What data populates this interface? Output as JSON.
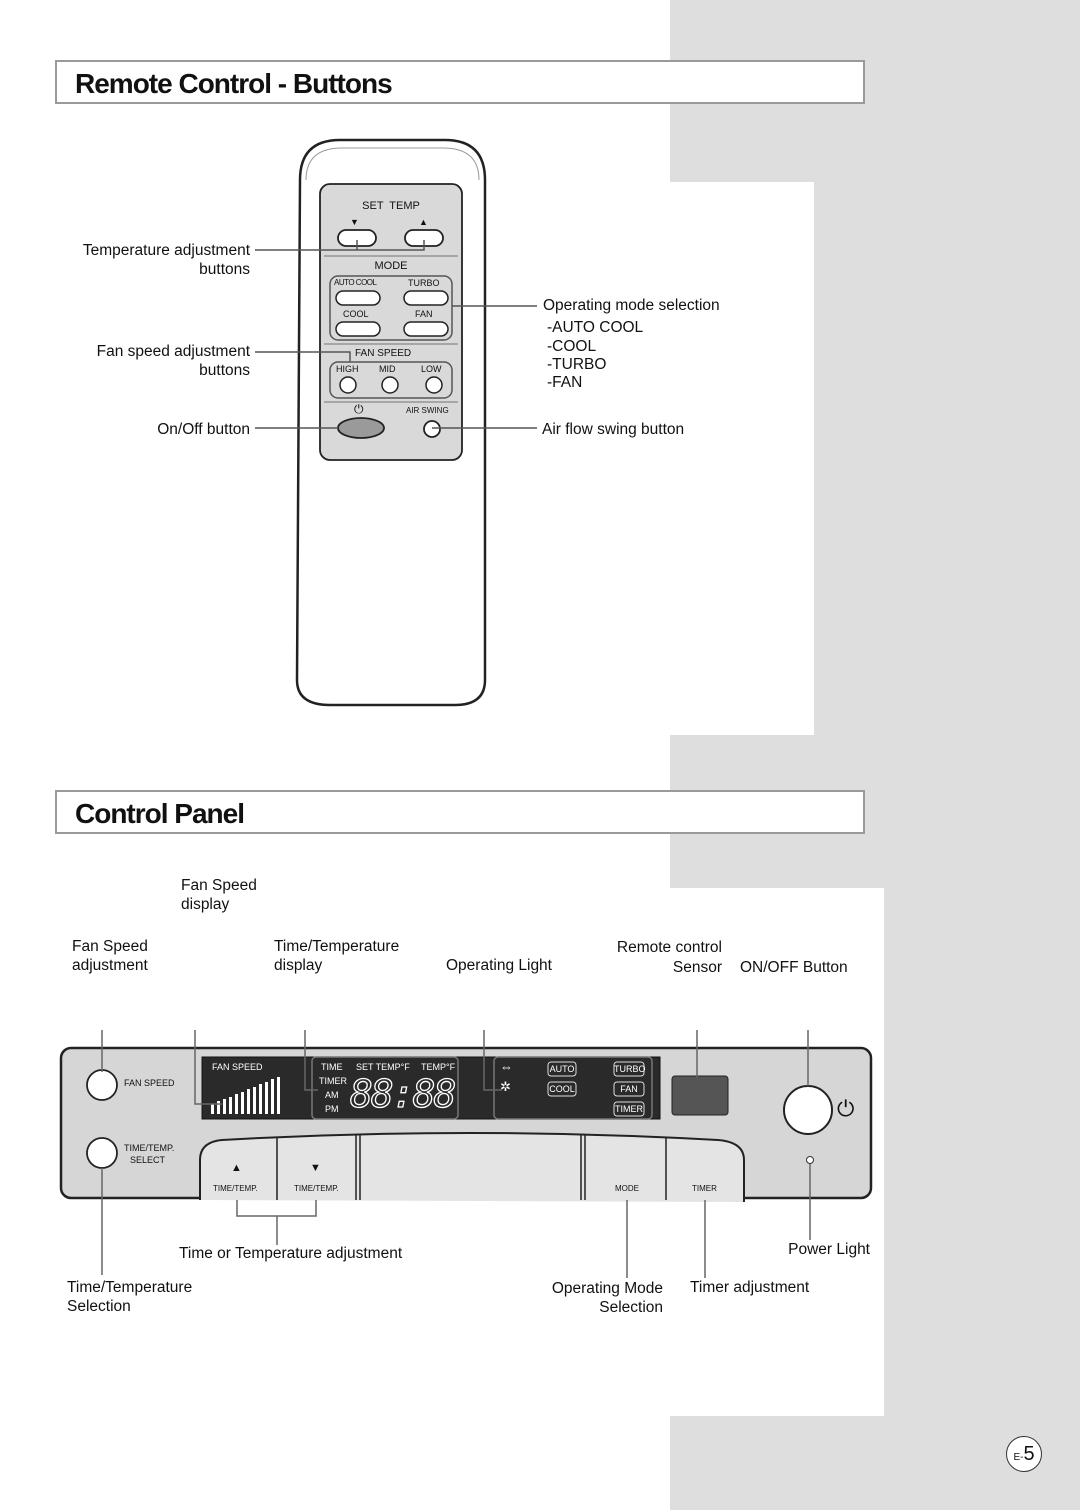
{
  "remote_section": {
    "title": "Remote Control - Buttons",
    "remote": {
      "set_temp": "SET  TEMP",
      "down_arrow": "▼",
      "up_arrow": "▲",
      "mode": "MODE",
      "auto_cool": "AUTO COOL",
      "turbo": "TURBO",
      "cool": "COOL",
      "fan": "FAN",
      "fan_speed": "FAN SPEED",
      "high": "HIGH",
      "mid": "MID",
      "low": "LOW",
      "power_symbol": "⏻",
      "air_swing": "AIR SWING"
    },
    "labels": {
      "temp_adjust_1": "Temperature adjustment",
      "temp_adjust_2": "buttons",
      "fan_adjust_1": "Fan speed adjustment",
      "fan_adjust_2": "buttons",
      "onoff": "On/Off button",
      "op_mode": "Operating mode selection",
      "mode_auto_cool": "-AUTO COOL",
      "mode_cool": "-COOL",
      "mode_turbo": "-TURBO",
      "mode_fan": "-FAN",
      "air_flow": "Air flow swing button"
    }
  },
  "panel_section": {
    "title": "Control Panel",
    "panel": {
      "fan_speed_btn": "FAN SPEED",
      "time_temp_select_1": "TIME/TEMP.",
      "time_temp_select_2": "SELECT",
      "display_fan_speed": "FAN SPEED",
      "time": "TIME",
      "set_temp_f": "SET TEMP°F",
      "temp_f": "TEMP°F",
      "timer": "TIMER",
      "am": "AM",
      "pm": "PM",
      "digits": "88:88",
      "swing_symbol": "⇔",
      "fan_symbol": "✲",
      "auto": "AUTO",
      "cool": "COOL",
      "turbo": "TURBO",
      "fan": "FAN",
      "timer_box": "TIMER",
      "up_arrow": "▲",
      "down_arrow": "▼",
      "time_temp_up": "TIME/TEMP.",
      "time_temp_down": "TIME/TEMP.",
      "mode": "MODE",
      "timer_key": "TIMER",
      "power_symbol": "⏻"
    },
    "labels": {
      "fan_speed_display_1": "Fan Speed",
      "fan_speed_display_2": "display",
      "fan_speed_adj_1": "Fan Speed",
      "fan_speed_adj_2": "adjustment",
      "time_temp_display_1": "Time/Temperature",
      "time_temp_display_2": "display",
      "operating_light": "Operating Light",
      "remote_sensor_1": "Remote control",
      "remote_sensor_2": "Sensor",
      "onoff_button": "ON/OFF Button",
      "time_or_temp": "Time or Temperature adjustment",
      "power_light": "Power Light",
      "time_temp_sel_1": "Time/Temperature",
      "time_temp_sel_2": "Selection",
      "op_mode_sel_1": "Operating Mode",
      "op_mode_sel_2": "Selection",
      "timer_adj": "Timer adjustment"
    }
  },
  "page_number": {
    "prefix": "E-",
    "number": "5"
  }
}
